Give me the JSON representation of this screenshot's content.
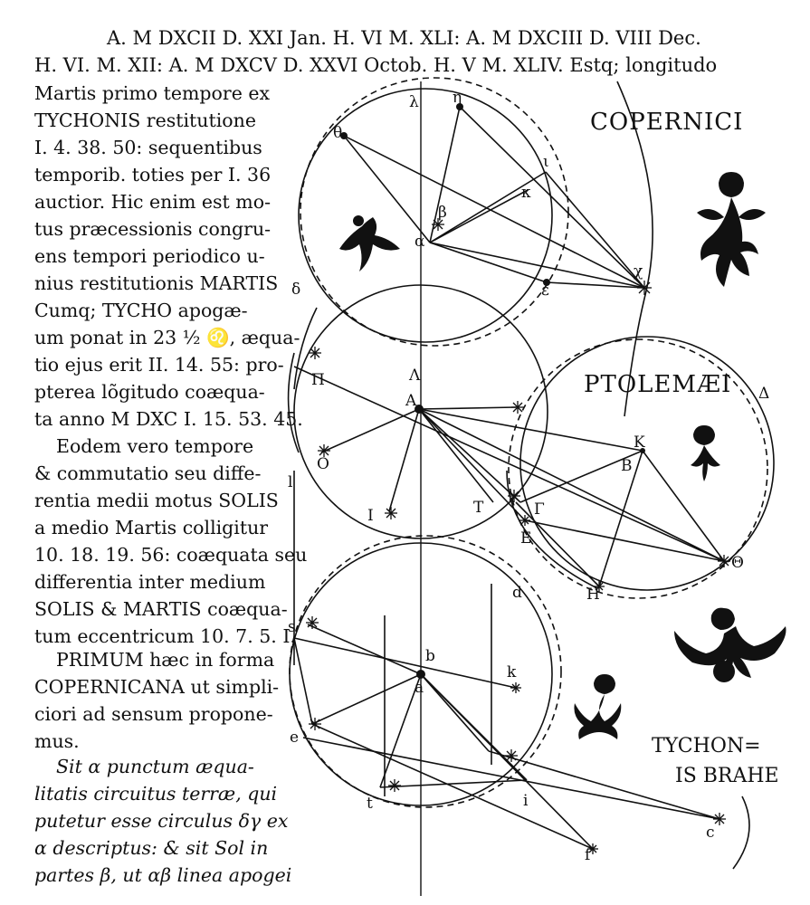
{
  "header": {
    "line1": "A. M DXCII D. XXI Jan. H. VI M. XLI: A. M DXCIII D. VIII Dec.",
    "line2": "H. VI. M. XII: A. M DXCV D. XXVI Octob. H. V M. XLIV. Estq; longitudo"
  },
  "column1": [
    "Martis primo tempore ex",
    "TYCHONIS restitutione",
    "I. 4. 38. 50: sequentibus",
    "temporib. toties per I. 36",
    "auctior. Hic enim est mo-",
    "tus præcessionis congru-",
    "ens tempori periodico u-",
    "nius restitutionis MARTIS",
    "Cumq; TYCHO apogæ-",
    "um ponat in 23 ½ ♌, æqua-",
    "tio ejus erit II. 14. 55: pro-",
    "pterea lõgitudo coæqua-",
    "ta anno M DXC I. 15. 53. 45.",
    "Eodem vero tempore",
    "& commutatio seu diffe-",
    "rentia medii motus SOLIS",
    "a medio Martis colligitur",
    "10. 18. 19. 56: coæquata seu",
    "differentia inter medium",
    "SOLIS & MARTIS coæqua-",
    "tum eccentricum 10. 7. 5. I."
  ],
  "column2": [
    "PRIMUM hæc in forma",
    "COPERNICANA ut simpli-",
    "ciori ad sensum propone-",
    "mus."
  ],
  "column3": [
    "Sit α punctum æqua-",
    "litatis circuitus terræ, qui",
    "putetur esse circulus δγ ex",
    "α descriptus: & sit Sol in",
    "partes β, ut αβ linea apogei"
  ],
  "diagram": {
    "label_copernici": "COPERNICI",
    "label_ptolemaei": "PTOLEMÆI",
    "label_tychonis_1": "TYCHON=",
    "label_tychonis_2": "IS BRAHE",
    "letters": {
      "theta": "θ",
      "eta": "η",
      "iota": "ι",
      "kappa": "κ",
      "beta": "β",
      "alpha": "α",
      "epsilon": "ε",
      "chi": "χ",
      "lambda": "λ",
      "delta": "δ",
      "Lambda": "Λ",
      "A": "A",
      "K": "K",
      "B": "B",
      "E": "E",
      "Gamma": "Γ",
      "H": "H",
      "Theta": "Θ",
      "Delta": "Δ",
      "I": "I",
      "T": "T",
      "O": "O",
      "Pi": "Π",
      "b": "b",
      "a": "a",
      "k": "k",
      "e": "e",
      "t": "t",
      "i": "i",
      "c": "c",
      "f": "f",
      "s": "s",
      "l": "l",
      "d": "d"
    }
  }
}
